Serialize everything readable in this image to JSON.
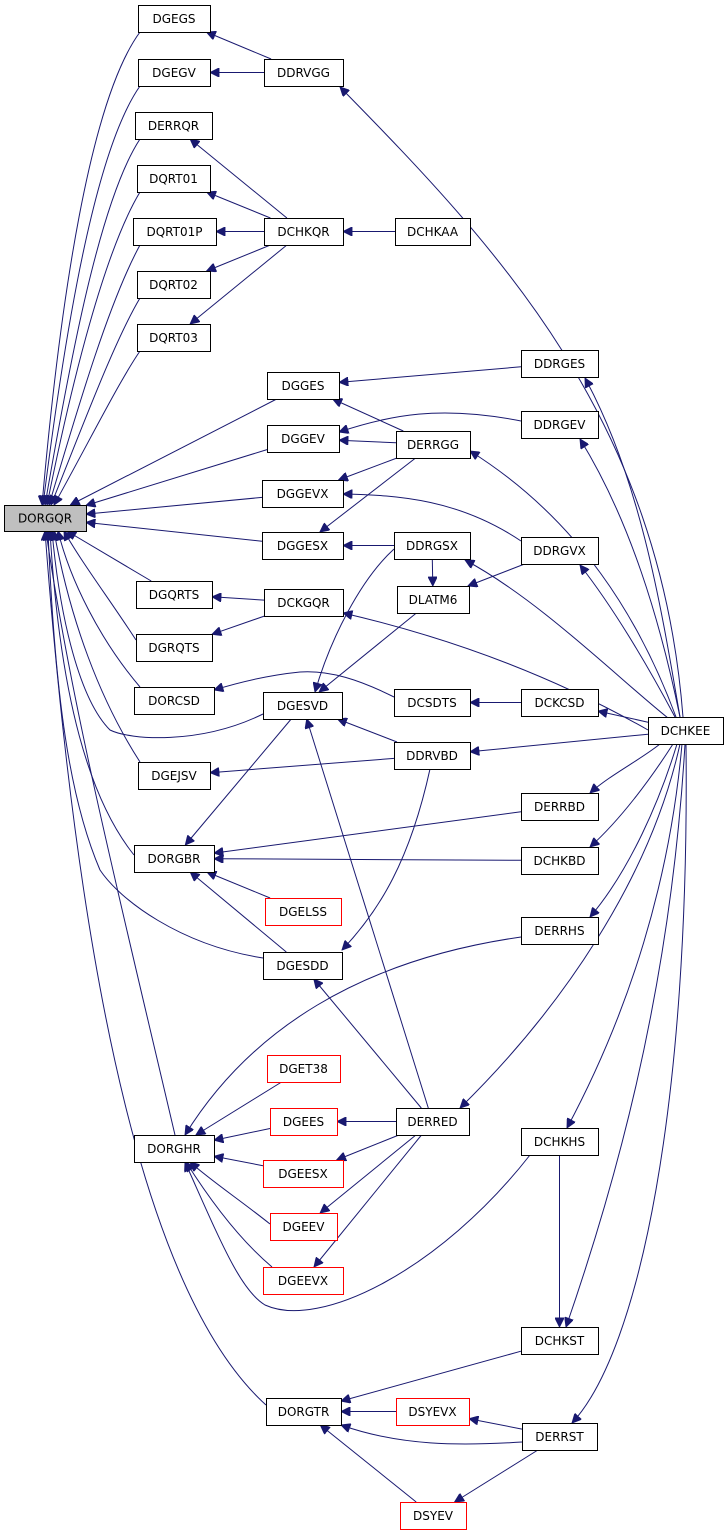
{
  "graph": {
    "colors": {
      "edge": "#191970",
      "border": "#000000",
      "highlight": "#ff0000",
      "root_fill": "#bfbfbf"
    },
    "nodes": [
      {
        "id": "DORGQR",
        "label": "DORGQR",
        "root": true
      },
      {
        "id": "DGEGS",
        "label": "DGEGS"
      },
      {
        "id": "DGEGV",
        "label": "DGEGV"
      },
      {
        "id": "DERRQR",
        "label": "DERRQR"
      },
      {
        "id": "DQRT01",
        "label": "DQRT01"
      },
      {
        "id": "DQRT01P",
        "label": "DQRT01P"
      },
      {
        "id": "DQRT02",
        "label": "DQRT02"
      },
      {
        "id": "DQRT03",
        "label": "DQRT03"
      },
      {
        "id": "DGGES",
        "label": "DGGES"
      },
      {
        "id": "DGGEV",
        "label": "DGGEV"
      },
      {
        "id": "DGGEVX",
        "label": "DGGEVX"
      },
      {
        "id": "DGGESX",
        "label": "DGGESX"
      },
      {
        "id": "DGQRTS",
        "label": "DGQRTS"
      },
      {
        "id": "DGRQTS",
        "label": "DGRQTS"
      },
      {
        "id": "DORCSD",
        "label": "DORCSD"
      },
      {
        "id": "DGESVD",
        "label": "DGESVD"
      },
      {
        "id": "DGEJSV",
        "label": "DGEJSV"
      },
      {
        "id": "DORGBR",
        "label": "DORGBR"
      },
      {
        "id": "DGELSS",
        "label": "DGELSS",
        "red": true
      },
      {
        "id": "DGESDD",
        "label": "DGESDD"
      },
      {
        "id": "DGET38",
        "label": "DGET38",
        "red": true
      },
      {
        "id": "DGEES",
        "label": "DGEES",
        "red": true
      },
      {
        "id": "DORGHR",
        "label": "DORGHR"
      },
      {
        "id": "DGEESX",
        "label": "DGEESX",
        "red": true
      },
      {
        "id": "DGEEV",
        "label": "DGEEV",
        "red": true
      },
      {
        "id": "DGEEVX",
        "label": "DGEEVX",
        "red": true
      },
      {
        "id": "DORGTR",
        "label": "DORGTR"
      },
      {
        "id": "DSYEVX",
        "label": "DSYEVX",
        "red": true
      },
      {
        "id": "DSYEV",
        "label": "DSYEV",
        "red": true
      },
      {
        "id": "DDRVGG",
        "label": "DDRVGG"
      },
      {
        "id": "DCHKQR",
        "label": "DCHKQR"
      },
      {
        "id": "DCHKAA",
        "label": "DCHKAA"
      },
      {
        "id": "DDRGES",
        "label": "DDRGES"
      },
      {
        "id": "DERRGG",
        "label": "DERRGG"
      },
      {
        "id": "DDRGEV",
        "label": "DDRGEV"
      },
      {
        "id": "DDRGSX",
        "label": "DDRGSX"
      },
      {
        "id": "DDRGVX",
        "label": "DDRGVX"
      },
      {
        "id": "DLATM6",
        "label": "DLATM6"
      },
      {
        "id": "DCKGQR",
        "label": "DCKGQR"
      },
      {
        "id": "DCSDTS",
        "label": "DCSDTS"
      },
      {
        "id": "DCKCSD",
        "label": "DCKCSD"
      },
      {
        "id": "DDRVBD",
        "label": "DDRVBD"
      },
      {
        "id": "DCHKEE",
        "label": "DCHKEE"
      },
      {
        "id": "DERRBD",
        "label": "DERRBD"
      },
      {
        "id": "DCHKBD",
        "label": "DCHKBD"
      },
      {
        "id": "DERRHS",
        "label": "DERRHS"
      },
      {
        "id": "DERRED",
        "label": "DERRED"
      },
      {
        "id": "DCHKHS",
        "label": "DCHKHS"
      },
      {
        "id": "DCHKST",
        "label": "DCHKST"
      },
      {
        "id": "DERRST",
        "label": "DERRST"
      }
    ],
    "edges": [
      [
        "DGEGS",
        "DORGQR"
      ],
      [
        "DGEGV",
        "DORGQR"
      ],
      [
        "DERRQR",
        "DORGQR"
      ],
      [
        "DQRT01",
        "DORGQR"
      ],
      [
        "DQRT01P",
        "DORGQR"
      ],
      [
        "DQRT02",
        "DORGQR"
      ],
      [
        "DQRT03",
        "DORGQR"
      ],
      [
        "DGGES",
        "DORGQR"
      ],
      [
        "DGGEV",
        "DORGQR"
      ],
      [
        "DGGEVX",
        "DORGQR"
      ],
      [
        "DGGESX",
        "DORGQR"
      ],
      [
        "DGQRTS",
        "DORGQR"
      ],
      [
        "DGRQTS",
        "DORGQR"
      ],
      [
        "DORCSD",
        "DORGQR"
      ],
      [
        "DGESVD",
        "DORGQR"
      ],
      [
        "DGEJSV",
        "DORGQR"
      ],
      [
        "DORGBR",
        "DORGQR"
      ],
      [
        "DGESDD",
        "DORGQR"
      ],
      [
        "DORGHR",
        "DORGQR"
      ],
      [
        "DORGTR",
        "DORGQR"
      ],
      [
        "DDRVGG",
        "DGEGS"
      ],
      [
        "DDRVGG",
        "DGEGV"
      ],
      [
        "DCHKEE",
        "DDRVGG"
      ],
      [
        "DCHKQR",
        "DERRQR"
      ],
      [
        "DCHKQR",
        "DQRT01"
      ],
      [
        "DCHKQR",
        "DQRT01P"
      ],
      [
        "DCHKQR",
        "DQRT02"
      ],
      [
        "DCHKQR",
        "DQRT03"
      ],
      [
        "DCHKAA",
        "DCHKQR"
      ],
      [
        "DDRGES",
        "DGGES"
      ],
      [
        "DERRGG",
        "DGGES"
      ],
      [
        "DDRGEV",
        "DGGEV"
      ],
      [
        "DERRGG",
        "DGGEV"
      ],
      [
        "DERRGG",
        "DGGEVX"
      ],
      [
        "DDRGVX",
        "DGGEVX"
      ],
      [
        "DERRGG",
        "DGGESX"
      ],
      [
        "DDRGSX",
        "DGGESX"
      ],
      [
        "DCHKEE",
        "DDRGES"
      ],
      [
        "DCHKEE",
        "DERRGG"
      ],
      [
        "DCHKEE",
        "DDRGEV"
      ],
      [
        "DCHKEE",
        "DDRGSX"
      ],
      [
        "DCHKEE",
        "DDRGVX"
      ],
      [
        "DDRGVX",
        "DLATM6"
      ],
      [
        "DDRGSX",
        "DLATM6"
      ],
      [
        "DCKGQR",
        "DGQRTS"
      ],
      [
        "DCKGQR",
        "DGRQTS"
      ],
      [
        "DCHKEE",
        "DCKGQR"
      ],
      [
        "DCSDTS",
        "DORCSD"
      ],
      [
        "DCKCSD",
        "DCSDTS"
      ],
      [
        "DCHKEE",
        "DCKCSD"
      ],
      [
        "DDRVBD",
        "DGESVD"
      ],
      [
        "DLATM6",
        "DGESVD"
      ],
      [
        "DDRGSX",
        "DGESVD"
      ],
      [
        "DCHKEE",
        "DDRVBD"
      ],
      [
        "DDRVBD",
        "DGEJSV"
      ],
      [
        "DDRVBD",
        "DGESDD"
      ],
      [
        "DGESVD",
        "DORGBR"
      ],
      [
        "DGELSS",
        "DORGBR"
      ],
      [
        "DGESDD",
        "DORGBR"
      ],
      [
        "DERRBD",
        "DORGBR"
      ],
      [
        "DCHKBD",
        "DORGBR"
      ],
      [
        "DCHKEE",
        "DERRBD"
      ],
      [
        "DCHKEE",
        "DCHKBD"
      ],
      [
        "DERRED",
        "DGESVD"
      ],
      [
        "DERRED",
        "DGESDD"
      ],
      [
        "DGET38",
        "DORGHR"
      ],
      [
        "DGEES",
        "DORGHR"
      ],
      [
        "DGEESX",
        "DORGHR"
      ],
      [
        "DGEEV",
        "DORGHR"
      ],
      [
        "DGEEVX",
        "DORGHR"
      ],
      [
        "DERRHS",
        "DORGHR"
      ],
      [
        "DCHKHS",
        "DORGHR"
      ],
      [
        "DCHKEE",
        "DERRHS"
      ],
      [
        "DERRED",
        "DGEES"
      ],
      [
        "DERRED",
        "DGEESX"
      ],
      [
        "DERRED",
        "DGEEV"
      ],
      [
        "DERRED",
        "DGEEVX"
      ],
      [
        "DCHKEE",
        "DERRED"
      ],
      [
        "DCHKEE",
        "DCHKHS"
      ],
      [
        "DCHKEE",
        "DCHKST"
      ],
      [
        "DCHKEE",
        "DERRST"
      ],
      [
        "DCHKHS",
        "DCHKST"
      ],
      [
        "DCHKST",
        "DORGTR"
      ],
      [
        "DSYEVX",
        "DORGTR"
      ],
      [
        "DERRST",
        "DORGTR"
      ],
      [
        "DSYEV",
        "DORGTR"
      ],
      [
        "DERRST",
        "DSYEVX"
      ],
      [
        "DERRST",
        "DSYEV"
      ]
    ]
  }
}
